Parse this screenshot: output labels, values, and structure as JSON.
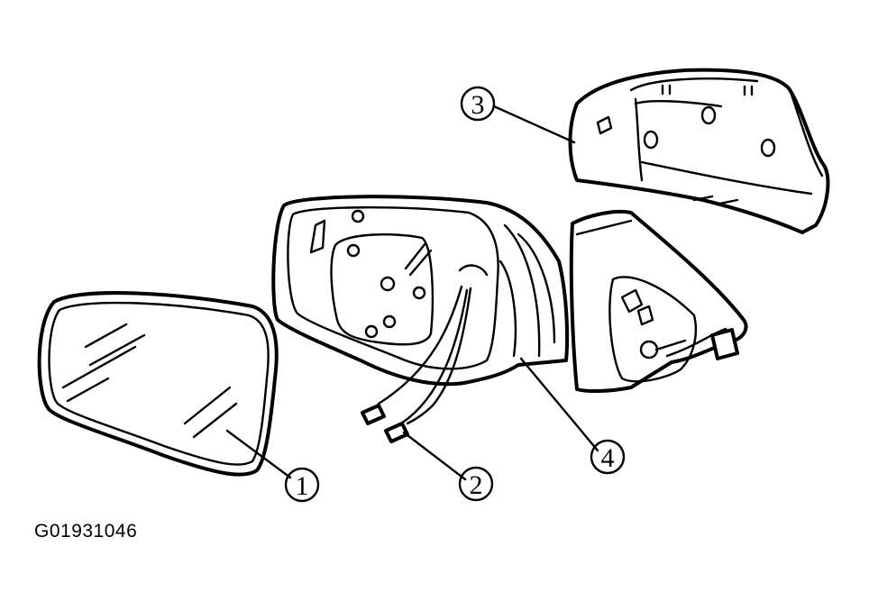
{
  "figure_code": "G01931046",
  "callouts": [
    {
      "id": "callout-1",
      "number": "1"
    },
    {
      "id": "callout-2",
      "number": "2"
    },
    {
      "id": "callout-3",
      "number": "3"
    },
    {
      "id": "callout-4",
      "number": "4"
    }
  ],
  "colors": {
    "ink": "#000000",
    "paper": "#ffffff"
  }
}
